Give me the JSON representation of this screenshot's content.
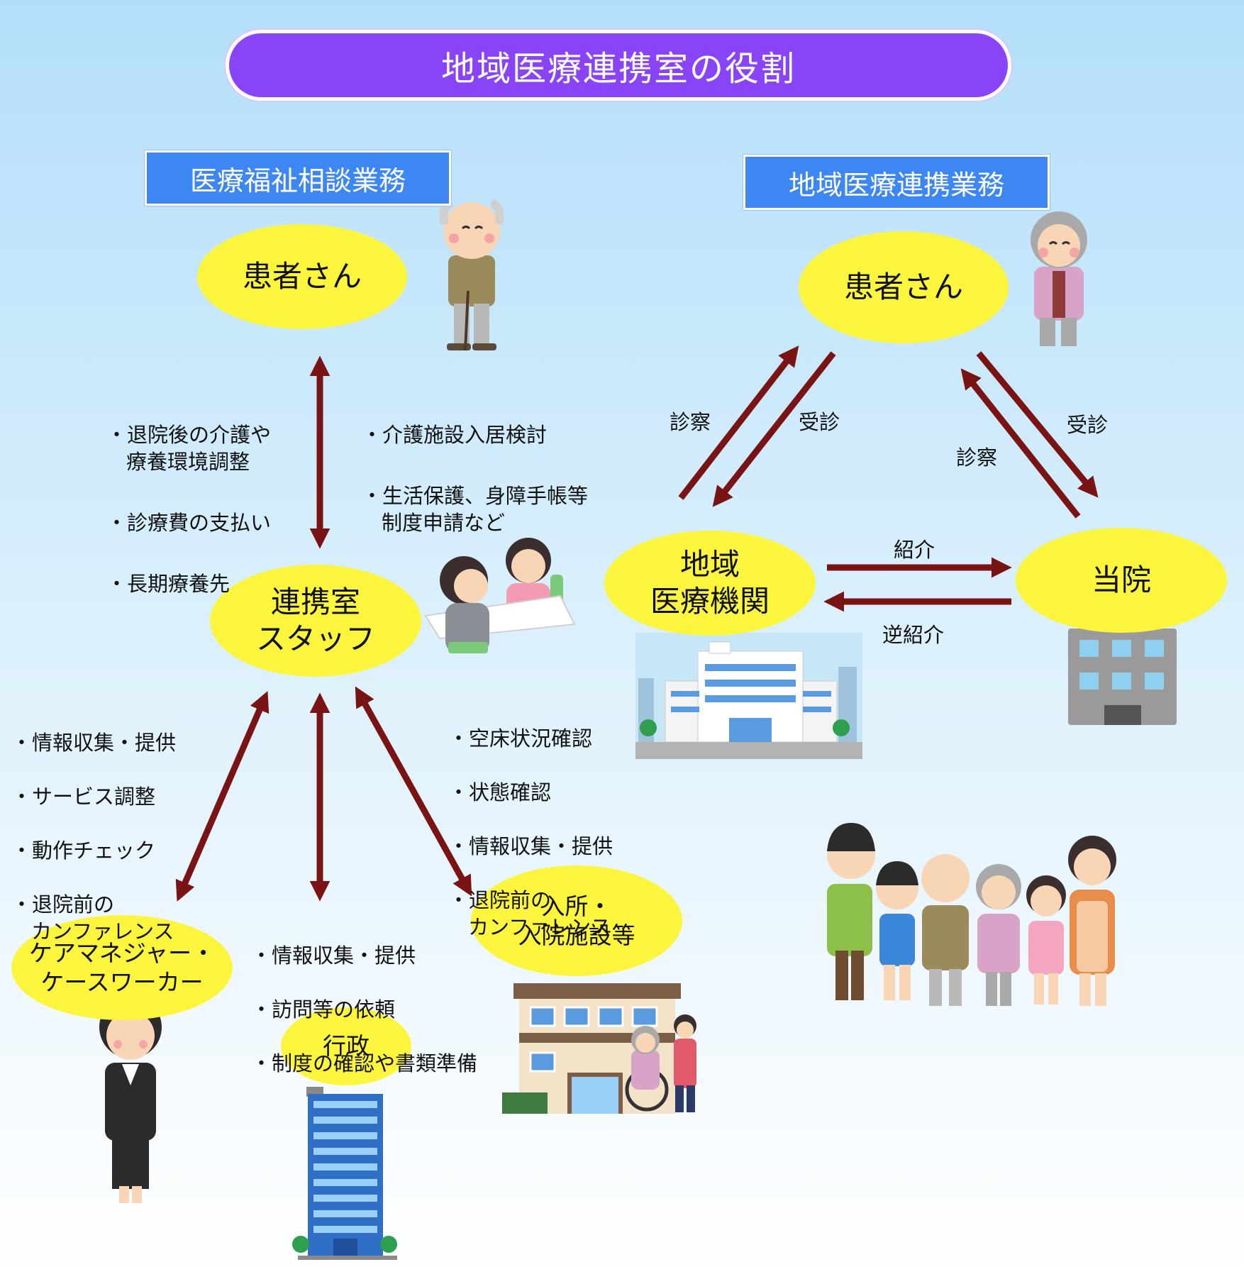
{
  "title": "地域医療連携室の役割",
  "sections": {
    "left": "医療福祉相談業務",
    "right": "地域医療連携業務"
  },
  "nodes": {
    "patient_left": "患者さん",
    "staff": "連携室\nスタッフ",
    "care_manager": "ケアマネジャー・\nケースワーカー",
    "gov": "行政",
    "facility": "入所・\n入院施設等",
    "patient_right": "患者さん",
    "local_medical": "地域\n医療機関",
    "our_hospital": "当院"
  },
  "notes": {
    "patient_staff_left": [
      "・退院後の介護や\n療養環境調整",
      "・診療費の支払い",
      "・長期療養先"
    ],
    "patient_staff_right": [
      "・介護施設入居検討",
      "・生活保護、身障手帳等\n制度申請など"
    ],
    "care_manager": [
      "・情報収集・提供",
      "・サービス調整",
      "・動作チェック",
      "・退院前の\nカンファレンス"
    ],
    "gov": [
      "・情報収集・提供",
      "・訪問等の依頼",
      "・制度の確認や書類準備"
    ],
    "facility": [
      "・空床状況確認",
      "・状態確認",
      "・情報収集・提供",
      "・退院前の\nカンファレンス"
    ]
  },
  "edge_labels": {
    "exam_left": "診察",
    "visit_left": "受診",
    "exam_right": "診察",
    "visit_right": "受診",
    "referral": "紹介",
    "reverse_referral": "逆紹介"
  },
  "colors": {
    "arrow": "#7a1414",
    "ellipse": "#fbf63d",
    "title": "#8a44f7",
    "section": "#3d87f5"
  },
  "icons": [
    "elderly-man-icon",
    "elderly-woman-icon",
    "consultation-icon",
    "clinic-building-icon",
    "hospital-building-icon",
    "family-group-icon",
    "office-worker-icon",
    "government-building-icon",
    "care-facility-icon"
  ]
}
